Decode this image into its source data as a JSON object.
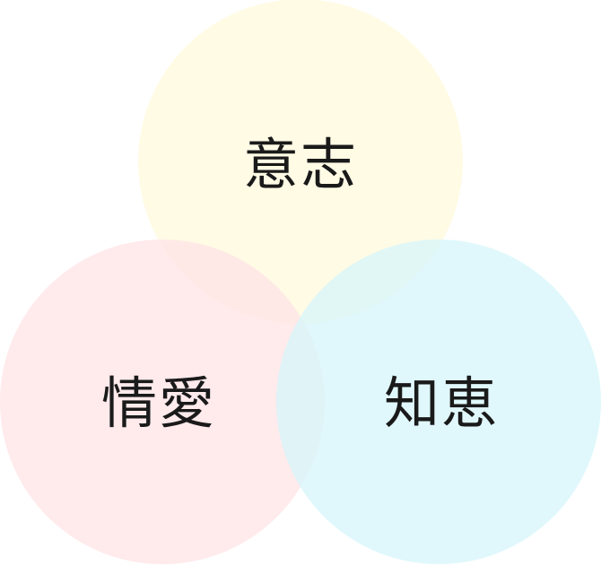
{
  "diagram": {
    "type": "venn",
    "sets": [
      {
        "id": "will",
        "label": "意志",
        "color": "#fffae0",
        "opacity": 0.85
      },
      {
        "id": "love",
        "label": "情愛",
        "color": "#ffe3e6",
        "opacity": 0.75
      },
      {
        "id": "wisdom",
        "label": "知恵",
        "color": "#d6f6fb",
        "opacity": 0.75
      }
    ]
  }
}
